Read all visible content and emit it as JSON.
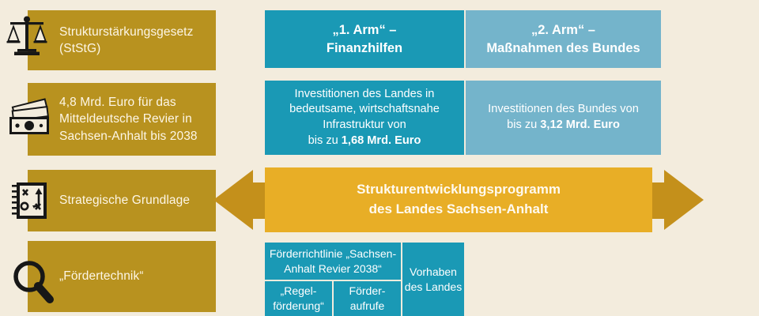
{
  "background_color": "#f3ecdd",
  "palette": {
    "gold_box": "#b8921f",
    "banner_body": "#e8ae26",
    "banner_arrow": "#c4901b",
    "teal_dark": "#1a99b5",
    "teal_light": "#74b4cb",
    "text_light": "#fdf6e6"
  },
  "left_column": {
    "items": [
      {
        "icon": "scales-icon",
        "lines": [
          "Strukturstärkungsgesetz",
          "(StStG)"
        ]
      },
      {
        "icon": "banknotes-icon",
        "lines": [
          "4,8 Mrd. Euro für das",
          "Mitteldeutsche Revier in",
          "Sachsen-Anhalt bis 2038"
        ]
      },
      {
        "icon": "strategy-playbook-icon",
        "lines": [
          "Strategische Grundlage"
        ]
      },
      {
        "icon": "magnifier-icon",
        "lines": [
          "„Fördertechnik“"
        ]
      }
    ]
  },
  "arms": {
    "arm1": {
      "header_lines": [
        "„1. Arm“ –",
        "Finanzhilfen"
      ],
      "body_lines": [
        "Investitionen des Landes in",
        "bedeutsame, wirtschaftsnahe",
        "Infrastruktur von"
      ],
      "body_last_prefix": "bis zu ",
      "body_last_bold": "1,68 Mrd. Euro"
    },
    "arm2": {
      "header_lines": [
        "„2. Arm“ –",
        "Maßnahmen des Bundes"
      ],
      "body_lines": [
        "Investitionen des Bundes von"
      ],
      "body_last_prefix": "bis zu ",
      "body_last_bold": "3,12 Mrd. Euro"
    }
  },
  "banner": {
    "line1": "Strukturentwicklungsprogramm",
    "line2": "des Landes Sachsen-Anhalt"
  },
  "bottom": {
    "guideline": {
      "line1": "Förderrichtlinie „Sachsen-",
      "line2": "Anhalt Revier 2038“"
    },
    "sub_left": {
      "line1": "„Regel-",
      "line2": "förderung“"
    },
    "sub_right": {
      "line1": "Förder-",
      "line2": "aufrufe"
    },
    "vorhaben": {
      "line1": "Vorhaben",
      "line2": "des Landes"
    }
  }
}
